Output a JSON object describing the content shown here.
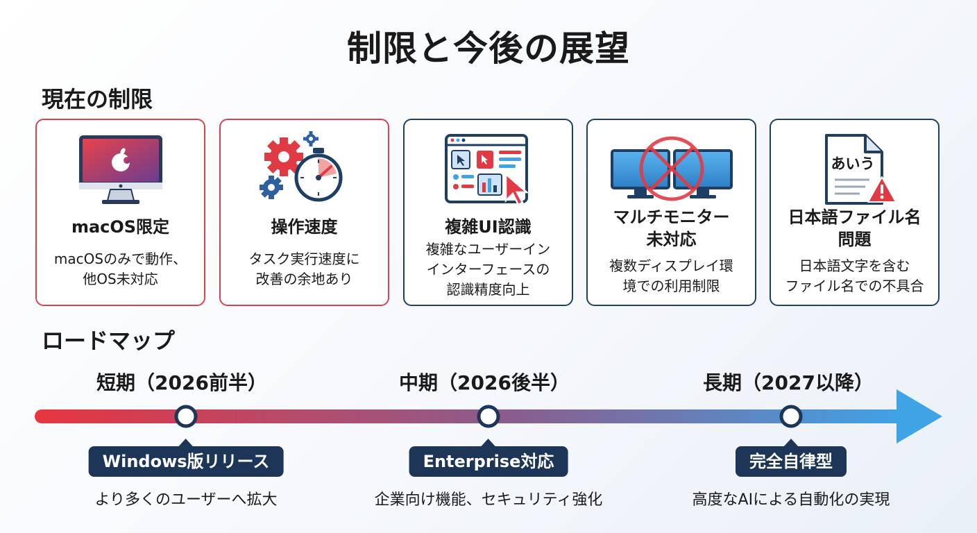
{
  "title": "制限と今後の展望",
  "limits_heading": "現在の制限",
  "limits": [
    {
      "title": "macOS限定",
      "desc": [
        "macOSのみで動作、",
        "他OS未対応"
      ],
      "icon": "imac-icon"
    },
    {
      "title": "操作速度",
      "desc": [
        "タスク実行速度に",
        "改善の余地あり"
      ],
      "icon": "gears-stopwatch-icon"
    },
    {
      "title": "複雑UI認識",
      "desc": [
        "複雑なユーザーイン",
        "インターフェースの",
        "認識精度向上"
      ],
      "icon": "complex-ui-cursor-icon"
    },
    {
      "title": [
        "マルチモニター",
        "未対応"
      ],
      "desc": [
        "複数ディスプレイ環",
        "境での利用制限"
      ],
      "icon": "dual-monitor-prohibited-icon"
    },
    {
      "title": [
        "日本語ファイル名",
        "問題"
      ],
      "desc": [
        "日本語文字を含む",
        "ファイル名での不具合"
      ],
      "icon": "japanese-file-warning-icon",
      "icon_text": "あいう"
    }
  ],
  "roadmap_heading": "ロードマップ",
  "roadmap": [
    {
      "phase": "短期（2026前半）",
      "milestone": "Windows版リリース",
      "desc": "より多くのユーザーへ拡大"
    },
    {
      "phase": "中期（2026後半）",
      "milestone": "Enterprise対応",
      "desc": "企業向け機能、セキュリティ強化"
    },
    {
      "phase": "長期（2027以降）",
      "milestone": "完全自律型",
      "desc": "高度なAIによる自動化の実現"
    }
  ],
  "colors": {
    "red": "#e03b45",
    "navy": "#1d3557",
    "blue": "#3fa3e6"
  }
}
